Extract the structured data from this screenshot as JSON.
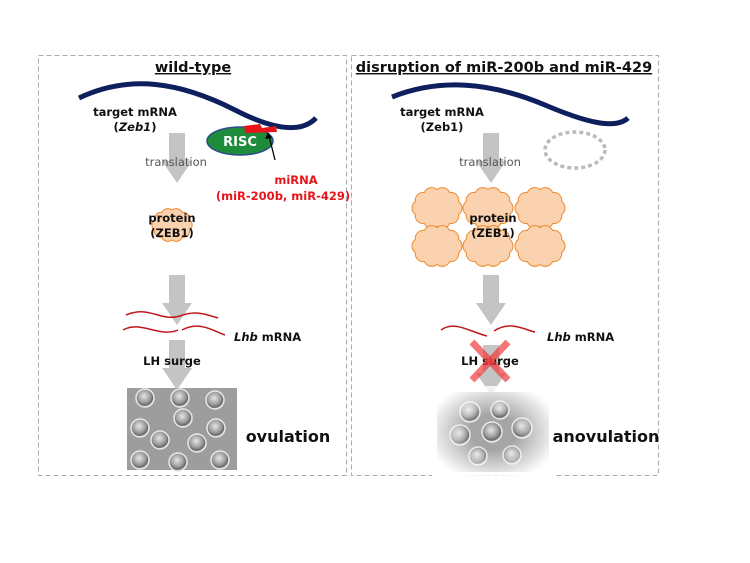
{
  "panels": {
    "wild_type": {
      "title": "wild-type",
      "target_mrna": "target mRNA",
      "gene_open": "(",
      "gene": "Zeb1",
      "gene_close": ")",
      "translation": "translation",
      "risc": "RISC",
      "mirna": "miRNA",
      "mirna_names": "(miR-200b, miR-429)",
      "protein": "protein",
      "protein_name": "(ZEB1)",
      "lhb_italic": "Lhb",
      "lhb_rest": " mRNA",
      "lh_surge": "LH surge",
      "outcome": "ovulation"
    },
    "disruption": {
      "title": "disruption of miR-200b and miR-429",
      "target_mrna": "target mRNA",
      "gene": "(Zeb1)",
      "translation": "translation",
      "protein": "protein",
      "protein_name": "(ZEB1)",
      "lhb_italic": "Lhb",
      "lhb_rest": " mRNA",
      "lh_surge": "LH surge",
      "outcome": "anovulation"
    }
  },
  "colors": {
    "mrna": "#0d1f5c",
    "risc": "#1f8c3b",
    "mirna": "#e8141a",
    "protein_fill": "#fbd2b0",
    "protein_stroke": "#ef8a2a",
    "arrow": "#c4c4c4",
    "lhb": "#c0191c"
  }
}
